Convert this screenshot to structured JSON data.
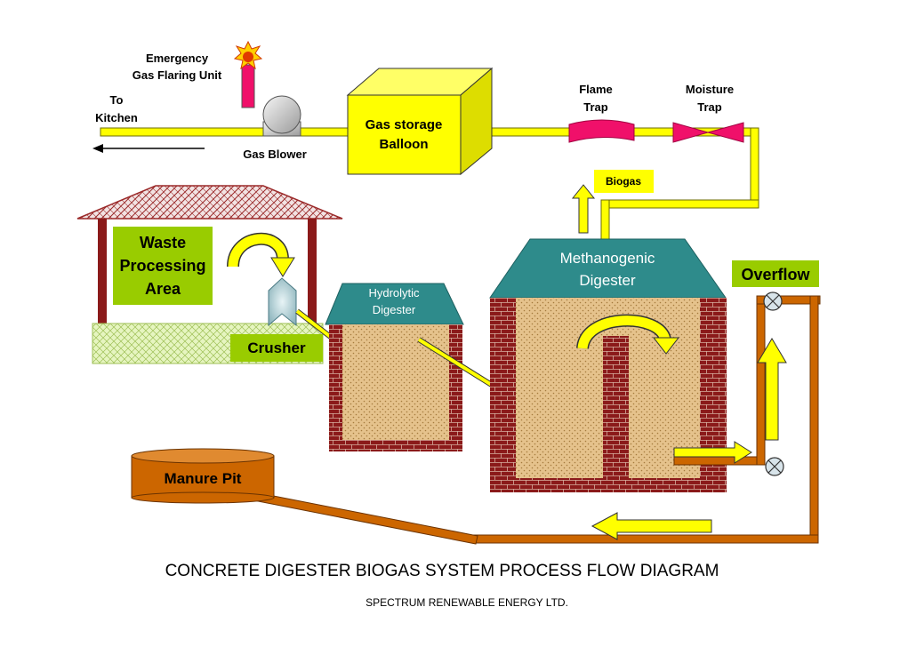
{
  "diagram": {
    "title": "CONCRETE DIGESTER BIOGAS SYSTEM PROCESS FLOW DIAGRAM",
    "subtitle": "SPECTRUM RENEWABLE ENERGY LTD.",
    "labels": {
      "flaring_line1": "Emergency",
      "flaring_line2": "Gas Flaring Unit",
      "kitchen_line1": "To",
      "kitchen_line2": "Kitchen",
      "gas_blower": "Gas Blower",
      "balloon_line1": "Gas storage",
      "balloon_line2": "Balloon",
      "flame_line1": "Flame",
      "flame_line2": "Trap",
      "moisture_line1": "Moisture",
      "moisture_line2": "Trap",
      "biogas": "Biogas",
      "waste_line1": "Waste",
      "waste_line2": "Processing",
      "waste_line3": "Area",
      "crusher": "Crusher",
      "hydrolytic_line1": "Hydrolytic",
      "hydrolytic_line2": "Digester",
      "methano_line1": "Methanogenic",
      "methano_line2": "Digester",
      "overflow": "Overflow",
      "manure_pit": "Manure Pit"
    },
    "colors": {
      "pipe_yellow": "#FFFF00",
      "pipe_outline": "#6B6B00",
      "label_green": "#99CC00",
      "roof_teal": "#2E8B8B",
      "brick_red": "#8B1A1A",
      "fill_tan": "#E5C28C",
      "manure_orange": "#CC6600",
      "trap_pink": "#F0106A"
    }
  }
}
